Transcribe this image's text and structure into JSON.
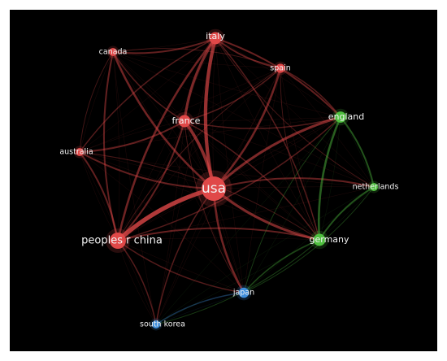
{
  "chart_data": {
    "type": "network",
    "background": "#000000",
    "cluster_colors": {
      "red": "#e04848",
      "green": "#4fbf3f",
      "blue": "#3e8edc"
    },
    "nodes": [
      {
        "id": "usa",
        "label": "usa",
        "cluster": "red",
        "weight": 10
      },
      {
        "id": "china",
        "label": "peoples r china",
        "cluster": "red",
        "weight": 6
      },
      {
        "id": "italy",
        "label": "italy",
        "cluster": "red",
        "weight": 4
      },
      {
        "id": "france",
        "label": "france",
        "cluster": "red",
        "weight": 4
      },
      {
        "id": "canada",
        "label": "canada",
        "cluster": "red",
        "weight": 2
      },
      {
        "id": "spain",
        "label": "spain",
        "cluster": "red",
        "weight": 2.5
      },
      {
        "id": "australia",
        "label": "australia",
        "cluster": "red",
        "weight": 2
      },
      {
        "id": "england",
        "label": "england",
        "cluster": "green",
        "weight": 3.5
      },
      {
        "id": "netherlands",
        "label": "netherlands",
        "cluster": "green",
        "weight": 2
      },
      {
        "id": "germany",
        "label": "germany",
        "cluster": "green",
        "weight": 4
      },
      {
        "id": "japan",
        "label": "japan",
        "cluster": "blue",
        "weight": 3
      },
      {
        "id": "southkorea",
        "label": "south korea",
        "cluster": "blue",
        "weight": 2
      }
    ],
    "edges": [
      {
        "source": "usa",
        "target": "china",
        "strength": 9
      },
      {
        "source": "usa",
        "target": "italy",
        "strength": 7
      },
      {
        "source": "usa",
        "target": "france",
        "strength": 6
      },
      {
        "source": "usa",
        "target": "england",
        "strength": 5
      },
      {
        "source": "usa",
        "target": "germany",
        "strength": 5
      },
      {
        "source": "usa",
        "target": "canada",
        "strength": 4
      },
      {
        "source": "usa",
        "target": "spain",
        "strength": 4
      },
      {
        "source": "usa",
        "target": "australia",
        "strength": 3
      },
      {
        "source": "usa",
        "target": "japan",
        "strength": 4
      },
      {
        "source": "usa",
        "target": "netherlands",
        "strength": 3
      },
      {
        "source": "usa",
        "target": "southkorea",
        "strength": 2
      },
      {
        "source": "china",
        "target": "italy",
        "strength": 4
      },
      {
        "source": "china",
        "target": "france",
        "strength": 3
      },
      {
        "source": "china",
        "target": "canada",
        "strength": 3
      },
      {
        "source": "china",
        "target": "australia",
        "strength": 3
      },
      {
        "source": "china",
        "target": "germany",
        "strength": 3
      },
      {
        "source": "china",
        "target": "japan",
        "strength": 2
      },
      {
        "source": "china",
        "target": "southkorea",
        "strength": 2
      },
      {
        "source": "china",
        "target": "england",
        "strength": 2
      },
      {
        "source": "china",
        "target": "spain",
        "strength": 1
      },
      {
        "source": "italy",
        "target": "france",
        "strength": 5
      },
      {
        "source": "italy",
        "target": "canada",
        "strength": 3
      },
      {
        "source": "italy",
        "target": "spain",
        "strength": 3
      },
      {
        "source": "italy",
        "target": "england",
        "strength": 3
      },
      {
        "source": "italy",
        "target": "australia",
        "strength": 2
      },
      {
        "source": "italy",
        "target": "germany",
        "strength": 2
      },
      {
        "source": "italy",
        "target": "netherlands",
        "strength": 1
      },
      {
        "source": "france",
        "target": "canada",
        "strength": 2
      },
      {
        "source": "france",
        "target": "spain",
        "strength": 2
      },
      {
        "source": "france",
        "target": "australia",
        "strength": 3
      },
      {
        "source": "france",
        "target": "england",
        "strength": 2
      },
      {
        "source": "france",
        "target": "germany",
        "strength": 2
      },
      {
        "source": "france",
        "target": "japan",
        "strength": 1
      },
      {
        "source": "canada",
        "target": "spain",
        "strength": 1
      },
      {
        "source": "canada",
        "target": "australia",
        "strength": 1
      },
      {
        "source": "spain",
        "target": "england",
        "strength": 2
      },
      {
        "source": "spain",
        "target": "germany",
        "strength": 1
      },
      {
        "source": "australia",
        "target": "germany",
        "strength": 1
      },
      {
        "source": "england",
        "target": "germany",
        "strength": 4
      },
      {
        "source": "england",
        "target": "netherlands",
        "strength": 3
      },
      {
        "source": "england",
        "target": "japan",
        "strength": 1
      },
      {
        "source": "germany",
        "target": "netherlands",
        "strength": 3
      },
      {
        "source": "germany",
        "target": "japan",
        "strength": 2
      },
      {
        "source": "germany",
        "target": "southkorea",
        "strength": 1
      },
      {
        "source": "japan",
        "target": "southkorea",
        "strength": 2
      },
      {
        "source": "netherlands",
        "target": "japan",
        "strength": 1
      }
    ]
  }
}
